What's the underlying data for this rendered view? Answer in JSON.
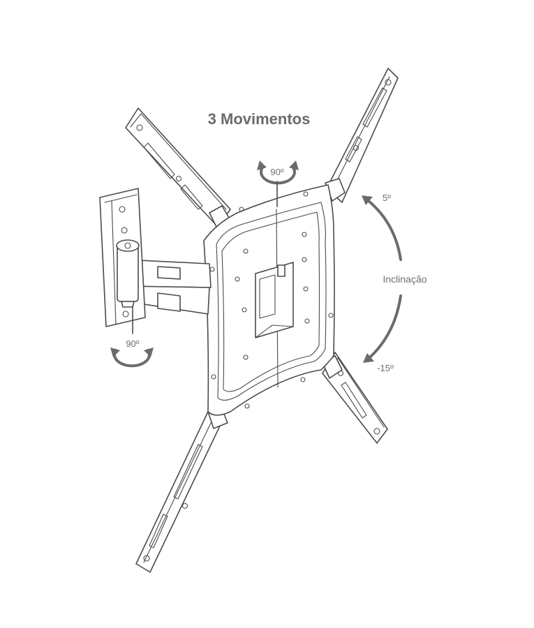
{
  "title": "3 Movimentos",
  "labels": {
    "swivel_top": "90º",
    "swivel_bottom": "90º",
    "tilt_label": "Inclinação",
    "tilt_up": "5º",
    "tilt_down": "-15º"
  },
  "colors": {
    "line": "#4a4a4a",
    "text": "#6b6b6b",
    "background": "#ffffff"
  }
}
